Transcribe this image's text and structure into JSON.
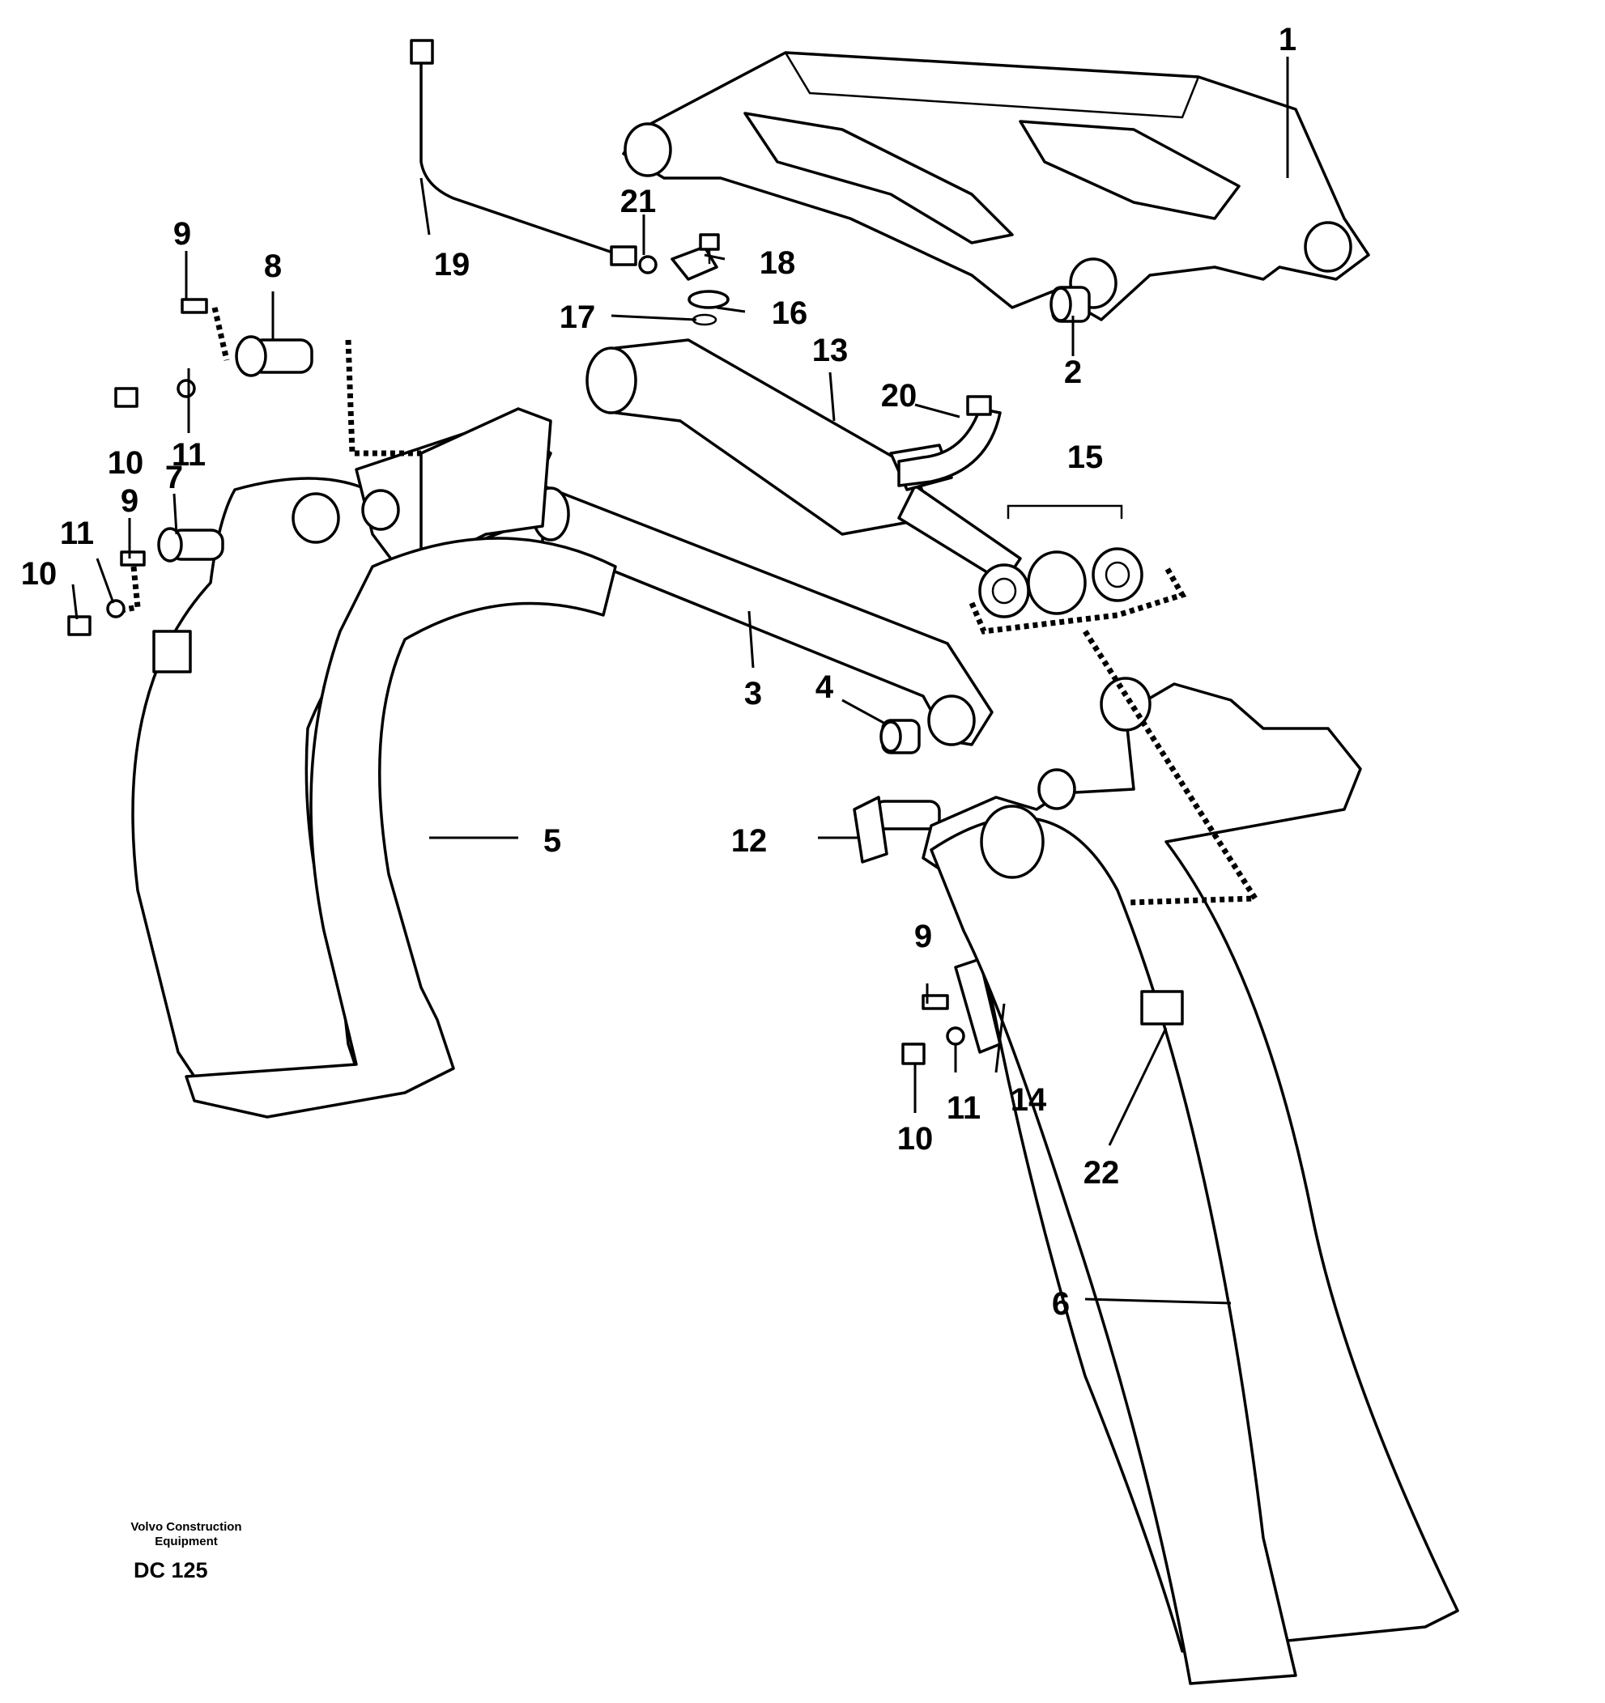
{
  "diagram": {
    "callouts": [
      "1",
      "2",
      "3",
      "4",
      "5",
      "6",
      "7",
      "8",
      "9",
      "9",
      "9",
      "10",
      "10",
      "10",
      "11",
      "11",
      "11",
      "12",
      "13",
      "14",
      "15",
      "16",
      "17",
      "18",
      "19",
      "20",
      "21",
      "22"
    ]
  },
  "credit": {
    "company_line1": "Volvo Construction",
    "company_line2": "Equipment",
    "code": "DC 125"
  }
}
